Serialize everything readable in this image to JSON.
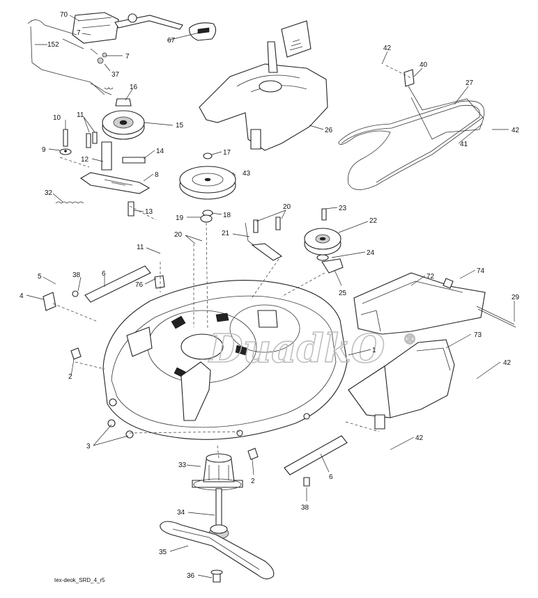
{
  "diagram": {
    "footer_code": "tex-deok_SRD_4_r5",
    "watermark": {
      "text": "DuadkO",
      "symbol": "®"
    },
    "callouts": [
      {
        "id": "c70",
        "label": "70"
      },
      {
        "id": "c7a",
        "label": "7"
      },
      {
        "id": "c7b",
        "label": "7"
      },
      {
        "id": "c152",
        "label": "152"
      },
      {
        "id": "c37",
        "label": "37"
      },
      {
        "id": "c67",
        "label": "67"
      },
      {
        "id": "c16",
        "label": "16"
      },
      {
        "id": "c10",
        "label": "10"
      },
      {
        "id": "c11a",
        "label": "11"
      },
      {
        "id": "c15",
        "label": "15"
      },
      {
        "id": "c9",
        "label": "9"
      },
      {
        "id": "c14",
        "label": "14"
      },
      {
        "id": "c12",
        "label": "12"
      },
      {
        "id": "c8",
        "label": "8"
      },
      {
        "id": "c32",
        "label": "32"
      },
      {
        "id": "c13",
        "label": "13"
      },
      {
        "id": "c26",
        "label": "26"
      },
      {
        "id": "c17",
        "label": "17"
      },
      {
        "id": "c43",
        "label": "43"
      },
      {
        "id": "c19",
        "label": "19"
      },
      {
        "id": "c18",
        "label": "18"
      },
      {
        "id": "c42a",
        "label": "42"
      },
      {
        "id": "c40",
        "label": "40"
      },
      {
        "id": "c27",
        "label": "27"
      },
      {
        "id": "c42b",
        "label": "42"
      },
      {
        "id": "c41",
        "label": "41"
      },
      {
        "id": "c20a",
        "label": "20"
      },
      {
        "id": "c21",
        "label": "21"
      },
      {
        "id": "c23",
        "label": "23"
      },
      {
        "id": "c22",
        "label": "22"
      },
      {
        "id": "c24",
        "label": "24"
      },
      {
        "id": "c25",
        "label": "25"
      },
      {
        "id": "c20b",
        "label": "20"
      },
      {
        "id": "c11b",
        "label": "11"
      },
      {
        "id": "c5",
        "label": "5"
      },
      {
        "id": "c38a",
        "label": "38"
      },
      {
        "id": "c6a",
        "label": "6"
      },
      {
        "id": "c76",
        "label": "76"
      },
      {
        "id": "c4",
        "label": "4"
      },
      {
        "id": "c72",
        "label": "72"
      },
      {
        "id": "c74",
        "label": "74"
      },
      {
        "id": "c29",
        "label": "29"
      },
      {
        "id": "c1",
        "label": "1"
      },
      {
        "id": "c73",
        "label": "73"
      },
      {
        "id": "c2a",
        "label": "2"
      },
      {
        "id": "c42c",
        "label": "42"
      },
      {
        "id": "c3",
        "label": "3"
      },
      {
        "id": "c42d",
        "label": "42"
      },
      {
        "id": "c33",
        "label": "33"
      },
      {
        "id": "c2b",
        "label": "2"
      },
      {
        "id": "c6b",
        "label": "6"
      },
      {
        "id": "c38b",
        "label": "38"
      },
      {
        "id": "c34",
        "label": "34"
      },
      {
        "id": "c35",
        "label": "35"
      },
      {
        "id": "c36",
        "label": "36"
      }
    ]
  }
}
